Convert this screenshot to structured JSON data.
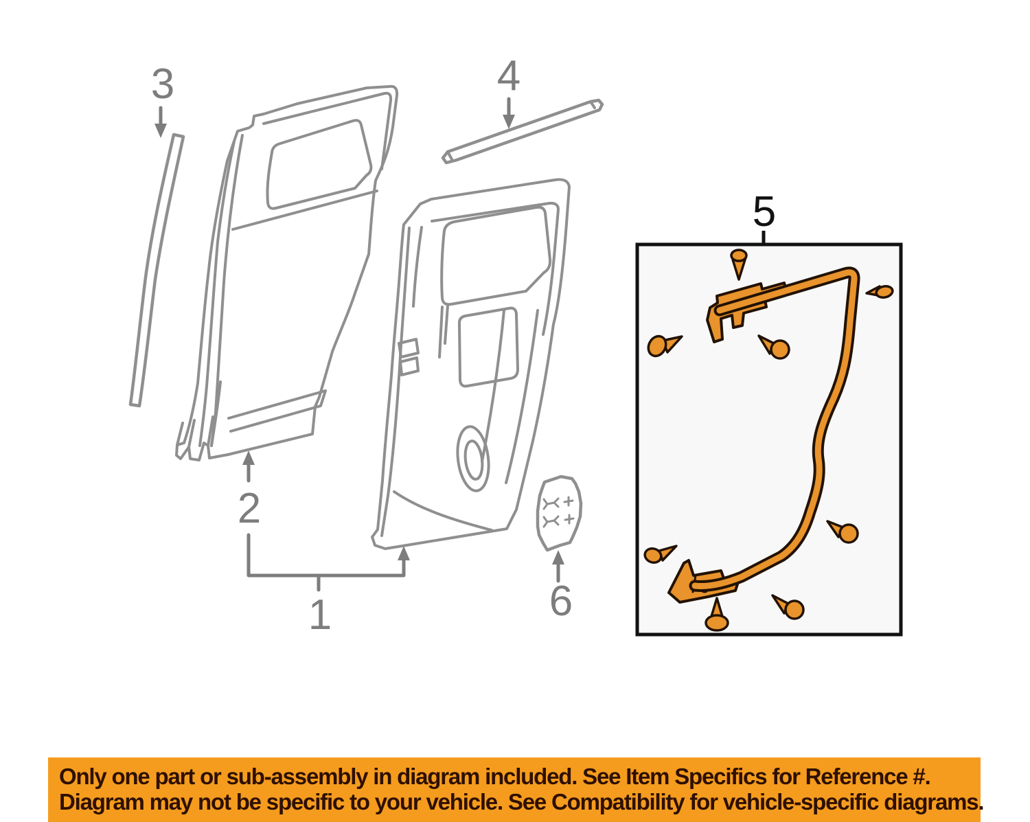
{
  "diagram": {
    "callouts": [
      {
        "label": "1"
      },
      {
        "label": "2"
      },
      {
        "label": "3"
      },
      {
        "label": "4"
      },
      {
        "label": "5"
      },
      {
        "label": "6"
      }
    ],
    "colors": {
      "line_gray": "#8f8f8f",
      "callout_gray": "#7d7d7d",
      "callout_black": "#121212",
      "highlight_fill": "#E8932B",
      "highlight_outline": "#221205",
      "box_border": "#121212",
      "box_background": "#f8f8f8"
    }
  },
  "banner": {
    "line1": "Only one part or sub-assembly in diagram included. See Item Specifics for Reference #.",
    "line2": "Diagram may not be specific to your vehicle. See Compatibility for vehicle-specific diagrams.",
    "colors": {
      "background": "#F59C1E",
      "text": "#2E1002"
    }
  }
}
